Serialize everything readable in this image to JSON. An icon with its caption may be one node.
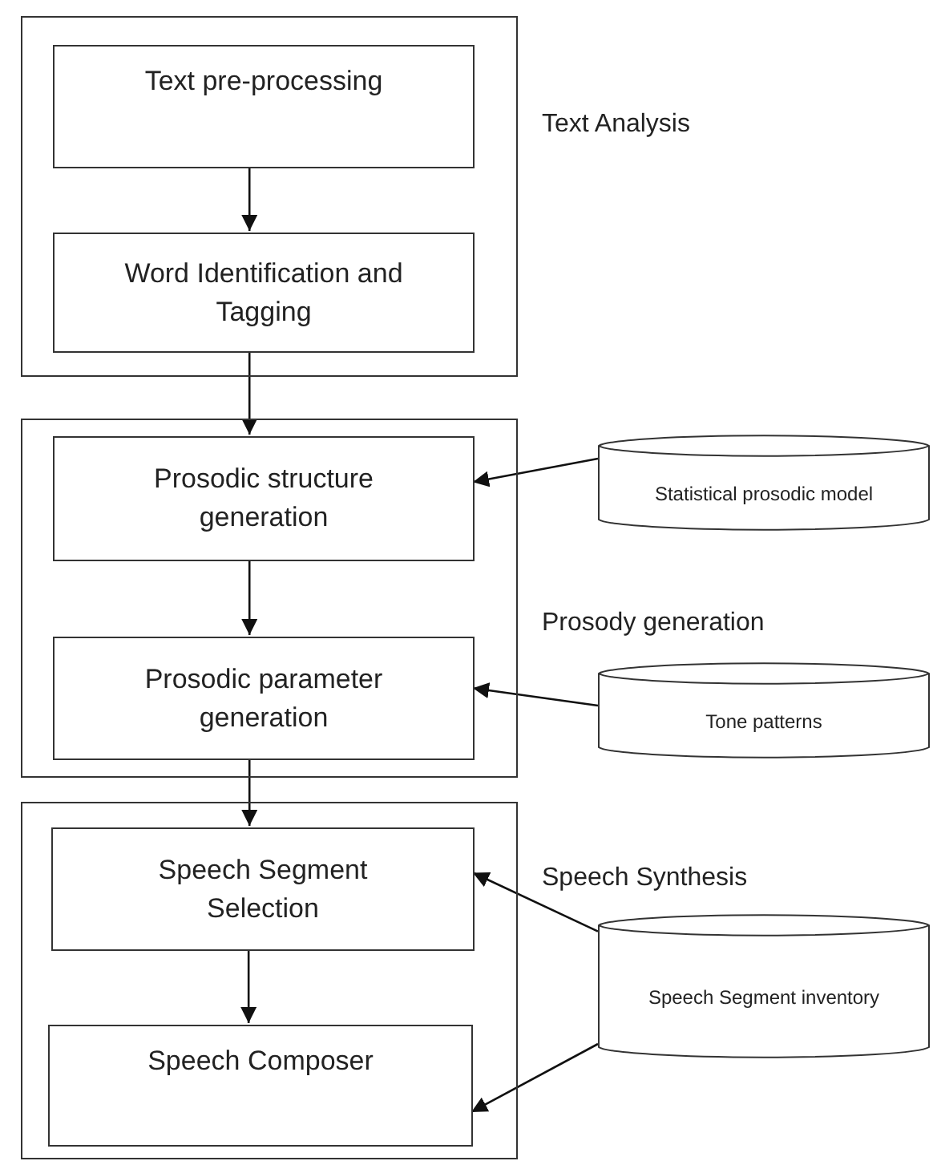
{
  "diagram": {
    "nodes": [
      {
        "text": [
          "Text Analysis"
        ]
      },
      {
        "text": [
          "Text pre-processing"
        ],
        "in": 0
      },
      {
        "text": [
          "Word Identification and Tagging"
        ],
        "in": 0
      },
      {
        "text": [
          "Prosody generation"
        ]
      },
      {
        "text": [
          "Prosodic structure generation"
        ],
        "in": 3
      },
      {
        "text": [
          "Prosodic parameter generation"
        ],
        "in": 3
      },
      {
        "text": [
          "Statistical prosodic model"
        ]
      },
      {
        "text": [
          "Tone patterns"
        ]
      },
      {
        "text": [
          "Speech Synthesis"
        ]
      },
      {
        "text": [
          "Speech Segment Selection"
        ],
        "in": 8
      },
      {
        "text": [
          "Speech Composer"
        ],
        "in": 8
      },
      {
        "text": [
          "Speech Segment inventory"
        ]
      }
    ],
    "edges": [
      {
        "from": 1,
        "to": 2,
        "arrow": "to"
      },
      {
        "from": 2,
        "to": 4,
        "arrow": "to"
      },
      {
        "from": 4,
        "to": 5,
        "arrow": "to"
      },
      {
        "from": 5,
        "to": 9,
        "arrow": "to"
      },
      {
        "from": 9,
        "to": 10,
        "arrow": "to"
      },
      {
        "from": 6,
        "to": 4,
        "arrow": "to"
      },
      {
        "from": 7,
        "to": 5,
        "arrow": "to"
      },
      {
        "from": 11,
        "to": 9,
        "arrow": "to"
      },
      {
        "from": 11,
        "to": 10,
        "arrow": "to"
      }
    ]
  }
}
